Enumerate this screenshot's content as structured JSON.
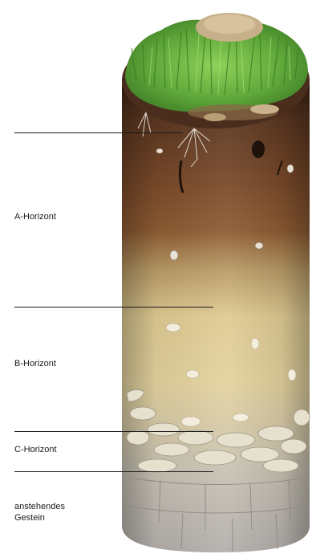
{
  "labels": {
    "a_horizon": "A-Horizont",
    "b_horizon": "B-Horizont",
    "c_horizon": "C-Horizont",
    "bedrock": "anstehendes\nGestein"
  },
  "colors": {
    "grass": "#5fa83a",
    "topsoil_dark": "#4a2d1c",
    "topsoil": "#7a4a2a",
    "subsoil": "#d9c48c",
    "weathered": "#cdbf9a",
    "bedrock": "#b7b2ae"
  }
}
